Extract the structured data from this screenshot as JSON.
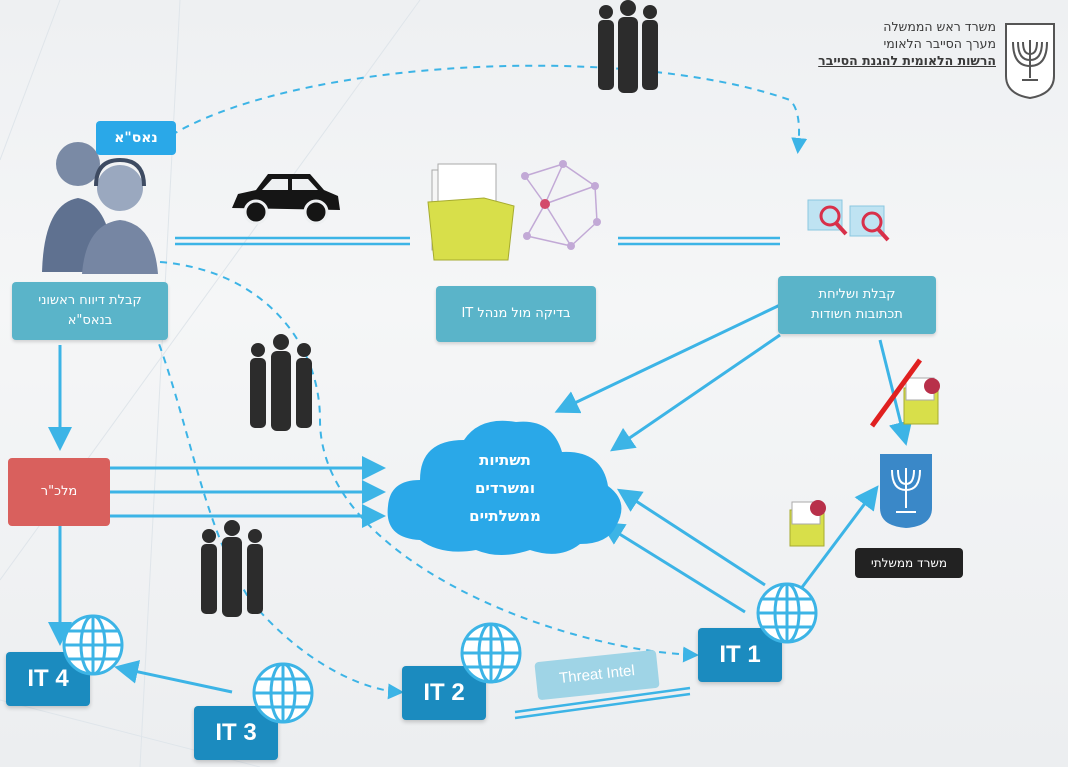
{
  "header": {
    "line1": "משרד ראש הממשלה",
    "line2": "מערך הסייבר הלאומי",
    "line3": "הרשות הלאומית להגנת הסייבר"
  },
  "nodes": {
    "nasa_tag": "נאס\"א",
    "initial_report": "קבלת דיווח ראשוני בנאס\"א",
    "it_manager_check": "בדיקה מול מנהל IT",
    "suspicious_addresses": "קבלת ושליחת תכתובות חשודות",
    "malcar": "מלכ\"ר",
    "cloud": "תשתיות ומשרדים ממשלתיים",
    "gov_office": "משרד ממשלתי",
    "threat_intel": "Threat Intel"
  },
  "it_nodes": [
    "IT 1",
    "IT 2",
    "IT 3",
    "IT 4"
  ],
  "colors": {
    "arrow": "#3cb4e6",
    "teal_box": "#5ab4c9",
    "it_box": "#1b8bbf",
    "malcar_box": "#d9605d",
    "gov_box": "#222222",
    "cloud": "#2aa8e8"
  },
  "icons": [
    "people-icon",
    "car-icon",
    "folder-icon",
    "network-icon",
    "search-docs-icon",
    "globe-icon",
    "emblem-icon",
    "suspicious-file-icon"
  ]
}
